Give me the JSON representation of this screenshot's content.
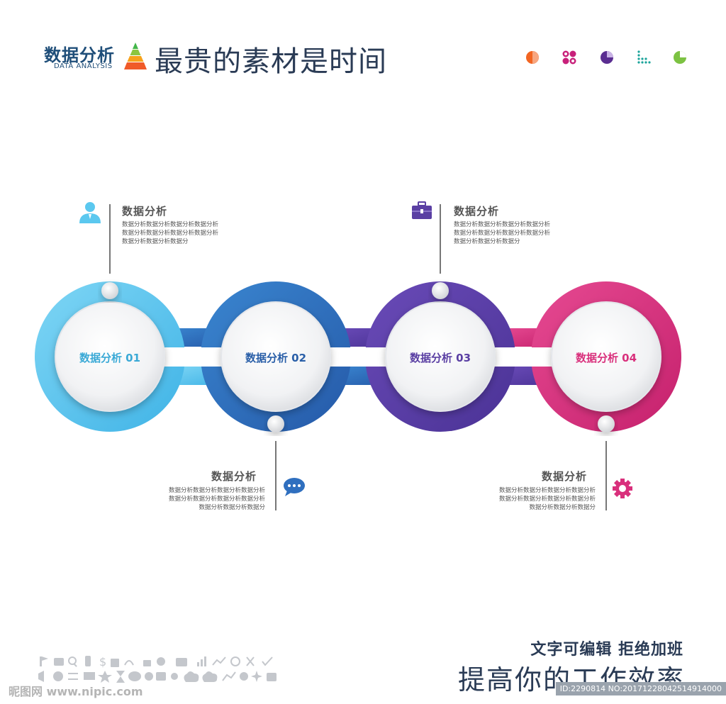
{
  "header": {
    "logo_title": "数据分析",
    "logo_subtitle": "DATA ANALYSIS",
    "slogan": "最贵的素材是时间",
    "icons": [
      "half-pie-icon",
      "four-dots-icon",
      "pie-icon",
      "dotted-chart-icon",
      "pie-slice-icon"
    ]
  },
  "steps": [
    {
      "label": "数据分析 01",
      "color": "#5bc8ef",
      "label_color": "#3aa9d6"
    },
    {
      "label": "数据分析 02",
      "color": "#2f6fbf",
      "label_color": "#2a5fa8"
    },
    {
      "label": "数据分析 03",
      "color": "#5a3fa3",
      "label_color": "#5a3fa3"
    },
    {
      "label": "数据分析 04",
      "color": "#d9307c",
      "label_color": "#d9307c"
    }
  ],
  "callouts": [
    {
      "title": "数据分析",
      "body": "数据分析数据分析数据分析数据分析数据分析数据分析数据分析数据分析数据分析数据分析数据分",
      "icon": "user-icon"
    },
    {
      "title": "数据分析",
      "body": "数据分析数据分析数据分析数据分析数据分析数据分析数据分析数据分析数据分析数据分析数据分",
      "icon": "chat-bubble-icon"
    },
    {
      "title": "数据分析",
      "body": "数据分析数据分析数据分析数据分析数据分析数据分析数据分析数据分析数据分析数据分析数据分",
      "icon": "briefcase-icon"
    },
    {
      "title": "数据分析",
      "body": "数据分析数据分析数据分析数据分析数据分析数据分析数据分析数据分析数据分析数据分析数据分",
      "icon": "gear-icon"
    }
  ],
  "footer": {
    "line1": "文字可编辑  拒绝加班",
    "line2": "提高你的工作效率"
  },
  "watermark": {
    "site": "昵图网 www.nipic.com",
    "id": "ID:2290814 NO:20171228042514914000"
  }
}
